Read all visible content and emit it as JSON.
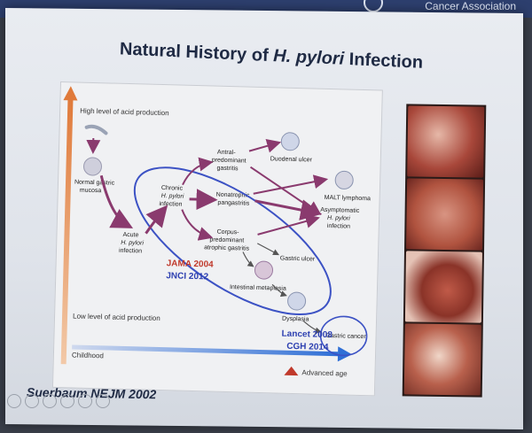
{
  "banner": {
    "text": "Cancer Association"
  },
  "slide": {
    "title_prefix": "Natural History of ",
    "title_italic": "H. pylori",
    "title_suffix": " Infection",
    "citation": "Suerbaum NEJM 2002"
  },
  "diagram": {
    "high_acid": "High level of acid production",
    "low_acid": "Low level of acid production",
    "childhood": "Childhood",
    "advanced_age": "Advanced age",
    "normal_mucosa": [
      "Normal gastric",
      "mucosa"
    ],
    "acute_infection": [
      "Acute",
      "H. pylori",
      "infection"
    ],
    "chronic_infection": [
      "Chronic",
      "H. pylori",
      "infection"
    ],
    "antral_gastritis": [
      "Antral-",
      "predominant",
      "gastritis"
    ],
    "nonatrophic_pangastritis": [
      "Nonatrophic",
      "pangastritis"
    ],
    "corpus_gastritis": [
      "Corpus-",
      "predominant",
      "atrophic gastritis"
    ],
    "duodenal_ulcer": "Duodenal ulcer",
    "malt_lymphoma": "MALT lymphoma",
    "asymptomatic": [
      "Asymptomatic",
      "H. pylori",
      "infection"
    ],
    "gastric_ulcer": "Gastric ulcer",
    "intestinal_metaplasia": "Intestinal metaplasia",
    "dysplasia": "Dysplasia",
    "gastric_cancer": "Gastric cancer",
    "jama": "JAMA 2004",
    "jnci": "JNCI 2012",
    "lancet": "Lancet 2008",
    "cgh": "CGH 2014"
  },
  "colors": {
    "arrow_purple": "#8a3a6e",
    "ellipse_blue": "#3c52c4",
    "red_label": "#c0392b",
    "blue_label": "#2c3fb0",
    "time_arrow": "#2f6fd6",
    "acid_arrow": "#e07a3a"
  }
}
